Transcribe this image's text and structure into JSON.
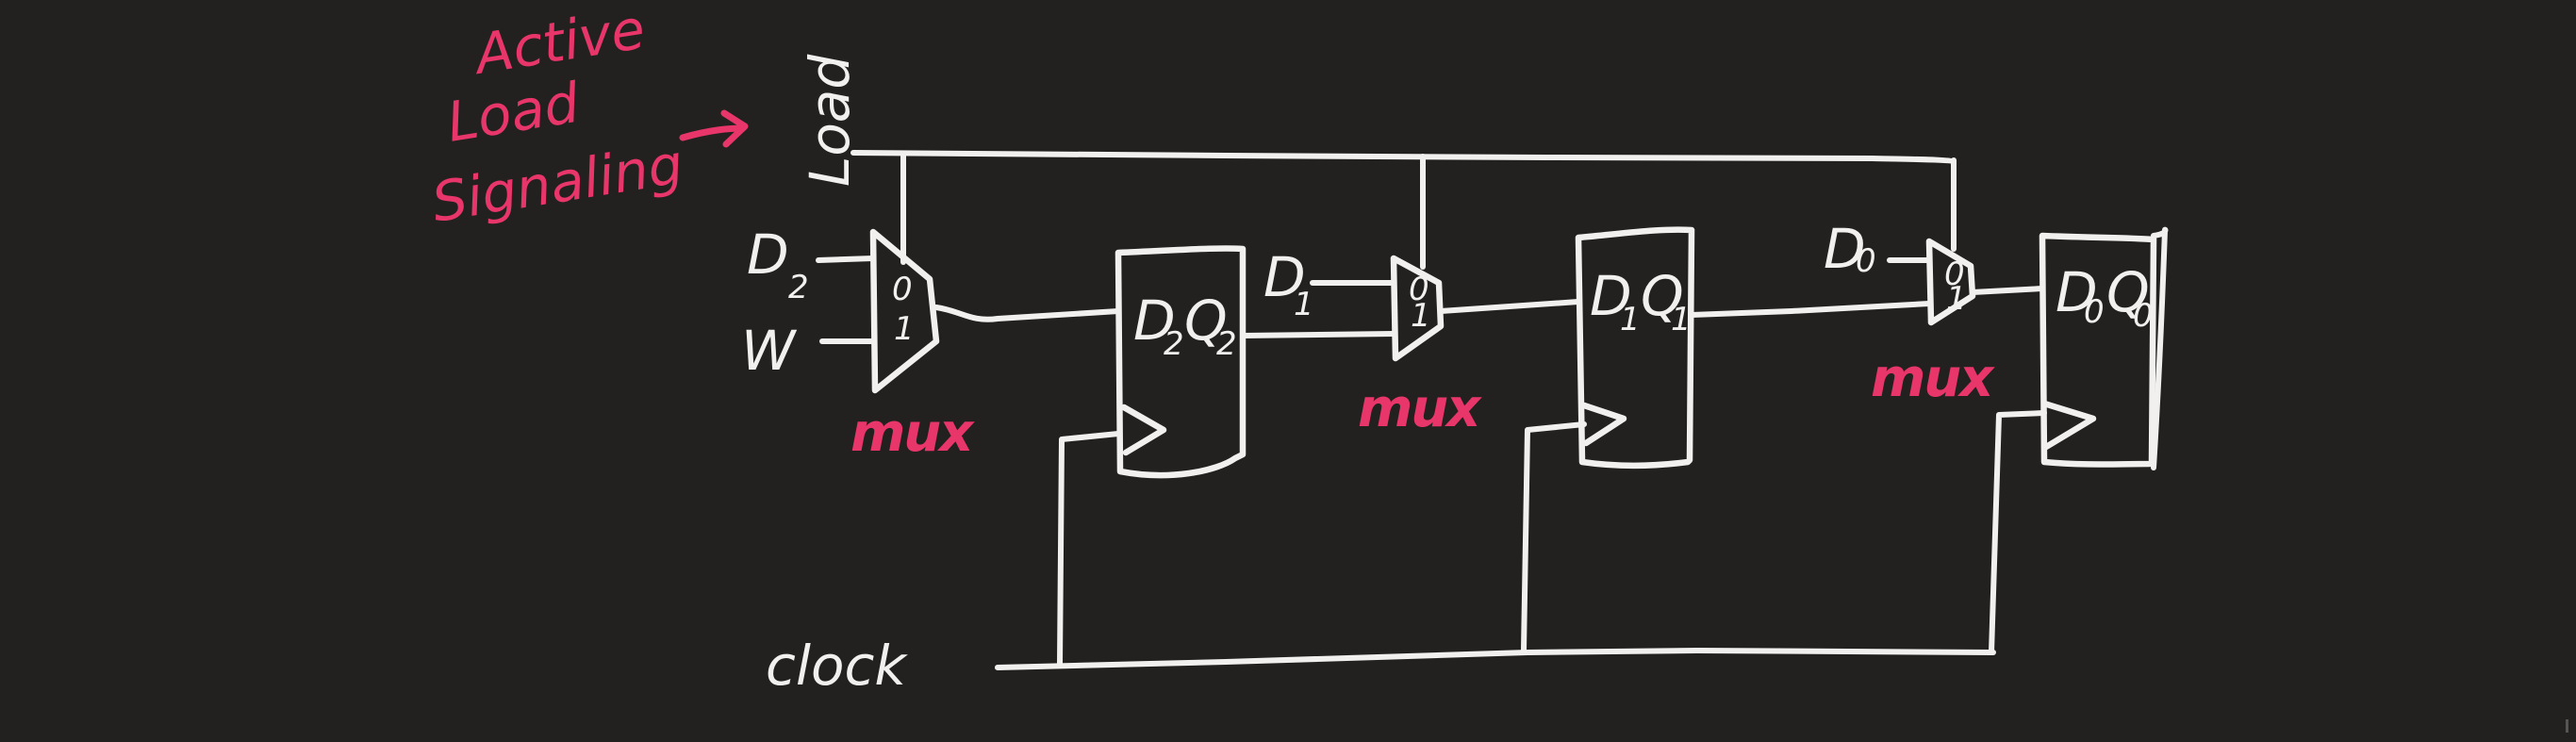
{
  "annotation": {
    "lines": [
      "Active",
      "Load",
      "Signaling"
    ]
  },
  "inputs": {
    "load": "Load",
    "d2": "D",
    "d2_sub": "2",
    "w": "W",
    "d1": "D",
    "d1_sub": "1",
    "d0": "D",
    "d0_sub": "0",
    "clock": "clock"
  },
  "muxes": [
    {
      "label": "mux",
      "in0": "0",
      "in1": "1"
    },
    {
      "label": "mux",
      "in0": "0",
      "in1": "1"
    },
    {
      "label": "mux",
      "in0": "0",
      "in1": "1"
    }
  ],
  "flipflops": [
    {
      "d": "D",
      "d_sub": "2",
      "q": "Q",
      "q_sub": "2"
    },
    {
      "d": "D",
      "d_sub": "1",
      "q": "Q",
      "q_sub": "1"
    },
    {
      "d": "D",
      "d_sub": "0",
      "q": "Q",
      "q_sub": "0"
    }
  ],
  "colors": {
    "background": "#222120",
    "ink": "#f1f0ee",
    "accent": "#e8356a"
  }
}
